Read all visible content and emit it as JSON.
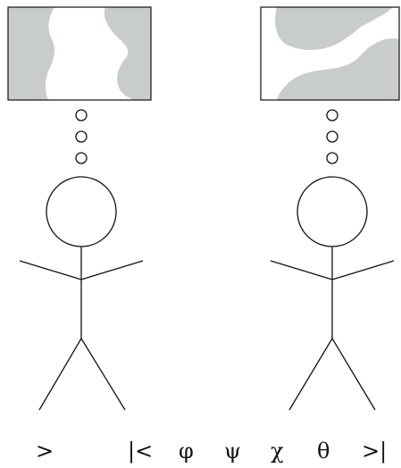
{
  "colors": {
    "ink": "#111111",
    "blob": "#c8cdca",
    "background": "#ffffff"
  },
  "figures": [
    {
      "name": "left-figure",
      "thought_bubbles": 3,
      "thought_map": "left"
    },
    {
      "name": "right-figure",
      "thought_bubbles": 3,
      "thought_map": "right"
    }
  ],
  "symbol_row": [
    ">",
    "|<",
    "φ",
    "ψ",
    "χ",
    "θ",
    ">|"
  ]
}
